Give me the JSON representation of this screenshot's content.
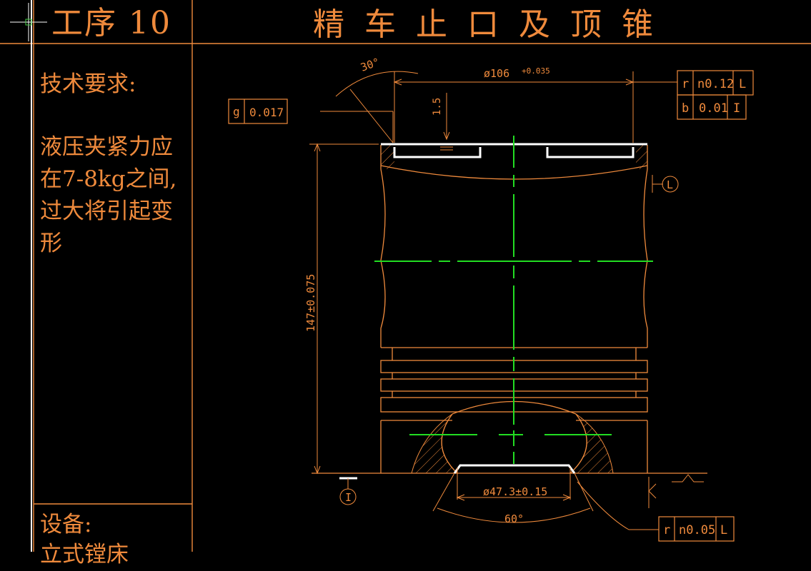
{
  "header": {
    "operation": "工序 10",
    "title": "精车止口及顶锥"
  },
  "sidebar": {
    "requirements_title": "技术要求:",
    "requirements_text": "液压夹紧力应在7-8kg之间,过大将引起变形",
    "equipment_title": "设备:",
    "equipment_value": "立式镗床"
  },
  "drawing": {
    "dim_angle_top": "30°",
    "dim_diameter_top": "ø106",
    "dim_diameter_top_tol": "+0.035",
    "dim_depth": "1.5",
    "dim_height": "147±0.075",
    "dim_diameter_bottom": "ø47.3±0.15",
    "dim_angle_bottom": "60°",
    "datum_l": "L",
    "datum_i": "I",
    "tol_flatness": {
      "symbol": "g",
      "value": "0.017"
    },
    "tol_runout_top_1": {
      "symbol": "r",
      "value": "n0.12",
      "datum": "L"
    },
    "tol_runout_top_2": {
      "symbol": "b",
      "value": "0.01",
      "datum": "I"
    },
    "tol_runout_bottom": {
      "symbol": "r",
      "value": "n0.05",
      "datum": "L"
    }
  },
  "colors": {
    "line": "#ef8a3c",
    "centerline": "#22dd22",
    "outline": "#ffffff",
    "background": "#000000"
  }
}
